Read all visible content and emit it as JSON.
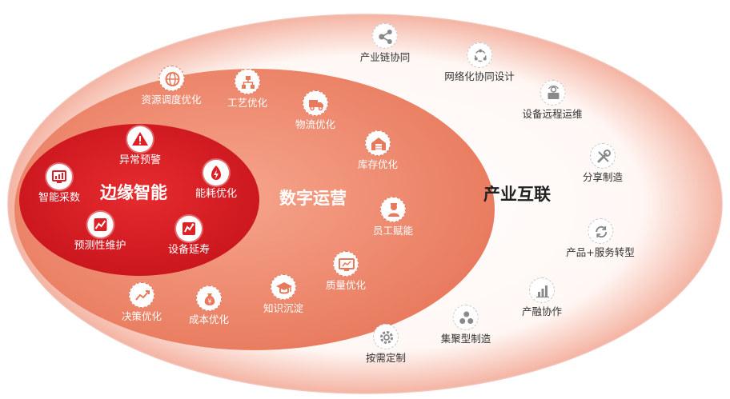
{
  "colors": {
    "outer_fill": "#fbe3dd",
    "mid_fill": "#ef8a6e",
    "inner_fill": "#dd1f26",
    "icon_gray": "#8a8a8a",
    "icon_red": "#dd1f26"
  },
  "zones": {
    "edge": {
      "title": "边缘智能"
    },
    "ops": {
      "title": "数字运营"
    },
    "industry": {
      "title": "产业互联"
    }
  },
  "edge_items": [
    {
      "label": "异常预警",
      "icon": "warning-icon"
    },
    {
      "label": "智能采数",
      "icon": "monitor-chart-icon"
    },
    {
      "label": "能耗优化",
      "icon": "lightning-icon"
    },
    {
      "label": "预测性维护",
      "icon": "trend-icon"
    },
    {
      "label": "设备延寿",
      "icon": "gauge-icon"
    }
  ],
  "ops_items": [
    {
      "label": "资源调度优化",
      "icon": "globe-icon"
    },
    {
      "label": "工艺优化",
      "icon": "org-chart-icon"
    },
    {
      "label": "物流优化",
      "icon": "truck-icon"
    },
    {
      "label": "库存优化",
      "icon": "warehouse-icon"
    },
    {
      "label": "员工赋能",
      "icon": "worker-icon"
    },
    {
      "label": "质量优化",
      "icon": "screen-icon"
    },
    {
      "label": "知识沉淀",
      "icon": "graduation-cap-icon"
    },
    {
      "label": "成本优化",
      "icon": "money-bag-icon"
    },
    {
      "label": "决策优化",
      "icon": "trend-up-icon"
    }
  ],
  "industry_items": [
    {
      "label": "产业链协同",
      "icon": "share-nodes-icon"
    },
    {
      "label": "网络化协同设计",
      "icon": "cycle-icon"
    },
    {
      "label": "设备远程运维",
      "icon": "remote-service-icon"
    },
    {
      "label": "分享制造",
      "icon": "wrench-icon"
    },
    {
      "label": "产品+服务转型",
      "icon": "refresh-icon"
    },
    {
      "label": "产融协作",
      "icon": "bar-chart-icon"
    },
    {
      "label": "集聚型制造",
      "icon": "cluster-icon"
    },
    {
      "label": "按需定制",
      "icon": "custom-gear-icon"
    }
  ]
}
